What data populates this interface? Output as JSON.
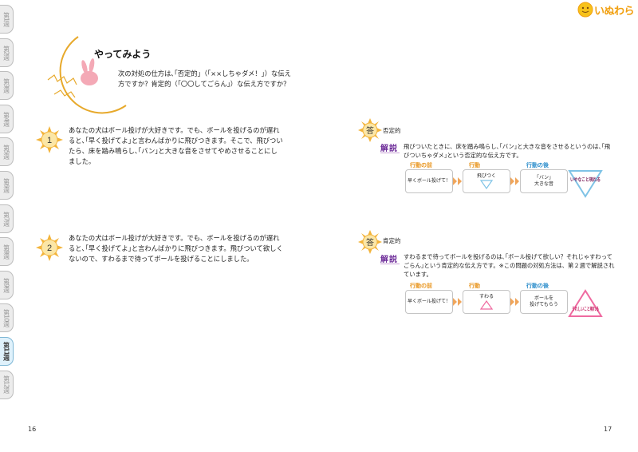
{
  "tabs": [
    {
      "label": "第1週",
      "active": false
    },
    {
      "label": "第2週",
      "active": false
    },
    {
      "label": "第3週",
      "active": false
    },
    {
      "label": "第4週",
      "active": false
    },
    {
      "label": "第5週",
      "active": false
    },
    {
      "label": "第6週",
      "active": false
    },
    {
      "label": "第7週",
      "active": false
    },
    {
      "label": "第8週",
      "active": false
    },
    {
      "label": "第9週",
      "active": false
    },
    {
      "label": "第10週",
      "active": false
    },
    {
      "label": "第11週",
      "active": true
    },
    {
      "label": "第12週",
      "active": false
    }
  ],
  "logo": {
    "text": "いぬわら"
  },
  "left_page": {
    "title": "やってみよう",
    "intro": "次の対処の仕方は､｢否定的｣（｢××しちゃダメ！｣）な伝え方ですか？肯定的（｢〇〇してごらん｣）な伝え方ですか？",
    "questions": [
      {
        "num": "1",
        "text": "あなたの犬はボール投げが大好きです。でも、ボールを投げるのが遅れると､｢早く投げてよ｣と言わんばかりに飛びつきます。そこで、飛びついたら、床を踏み鳴らし､｢バン｣と大きな音をさせてやめさせることにしました。"
      },
      {
        "num": "2",
        "text": "あなたの犬はボール投げが大好きです。でも、ボールを投げるのが遅れると､｢早く投げてよ｣と言わんばかりに飛びつきます。飛びついて欲しくないので、すわるまで待ってボールを投げることにしました。"
      }
    ],
    "page_number": "16"
  },
  "right_page": {
    "answers": [
      {
        "badge": "答",
        "label": "否定的",
        "kaisetsu": "解説",
        "explanation": "飛びついたときに、床を踏み鳴らし､｢バン｣と大きな音をさせるというのは､｢飛びついちゃダメ｣という否定的な伝え方です。",
        "flow": {
          "before_head": "行動の前",
          "action_head": "行動",
          "after_head": "行動の後",
          "before": "早くボール投げて！",
          "action": "飛びつく",
          "after_line1": "「バン」",
          "after_line2": "大きな音"
        },
        "reaction": "いやなこと現れる",
        "colors": {
          "head_before": "#e8951e",
          "head_action": "#e8951e",
          "head_after": "#2f8fcc",
          "symbol": "#7fc3e6"
        }
      },
      {
        "badge": "答",
        "label": "肯定的",
        "kaisetsu": "解説",
        "explanation": "すわるまで待ってボールを投げるのは､｢ボール投げて欲しい？それじゃすわってごらん｣という肯定的な伝え方です。※この問題の対処方法は、第２週で解説されています。",
        "flow": {
          "before_head": "行動の前",
          "action_head": "行動",
          "after_head": "行動の後",
          "before": "早くボール投げて！",
          "action": "すわる",
          "after_line1": "ボールを",
          "after_line2": "投げてもらう"
        },
        "reaction": "うれしいこと現れる",
        "colors": {
          "head_before": "#e8951e",
          "head_action": "#e8951e",
          "head_after": "#2f8fcc",
          "symbol": "#ef6aa0"
        }
      }
    ],
    "page_number": "17"
  }
}
